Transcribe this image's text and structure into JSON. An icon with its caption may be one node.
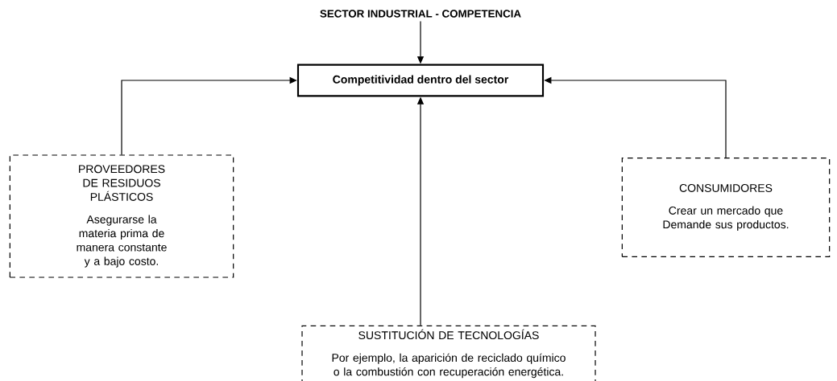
{
  "diagram": {
    "nodes": [
      {
        "text": [
          "SECTOR INDUSTRIAL - COMPETENCIA"
        ]
      },
      {
        "text": [
          "Competitividad dentro del sector"
        ]
      },
      {
        "text": [
          "PROVEEDORES DE RESIDUOS PLÁSTICOS",
          "Asegurarse la materia prima de manera constante y a bajo costo."
        ]
      },
      {
        "text": [
          "CONSUMIDORES",
          "Crear un mercado que Demande sus productos."
        ]
      },
      {
        "text": [
          "SUSTITUCIÓN DE TECNOLOGÍAS",
          "Por ejemplo, la aparición de reciclado químico o la combustión con recuperación energética."
        ]
      }
    ],
    "edges": [
      {
        "from": 0,
        "to": 1,
        "arrow": "to"
      },
      {
        "from": 2,
        "to": 1,
        "arrow": "to"
      },
      {
        "from": 3,
        "to": 1,
        "arrow": "to"
      },
      {
        "from": 4,
        "to": 1,
        "arrow": "to"
      }
    ]
  }
}
